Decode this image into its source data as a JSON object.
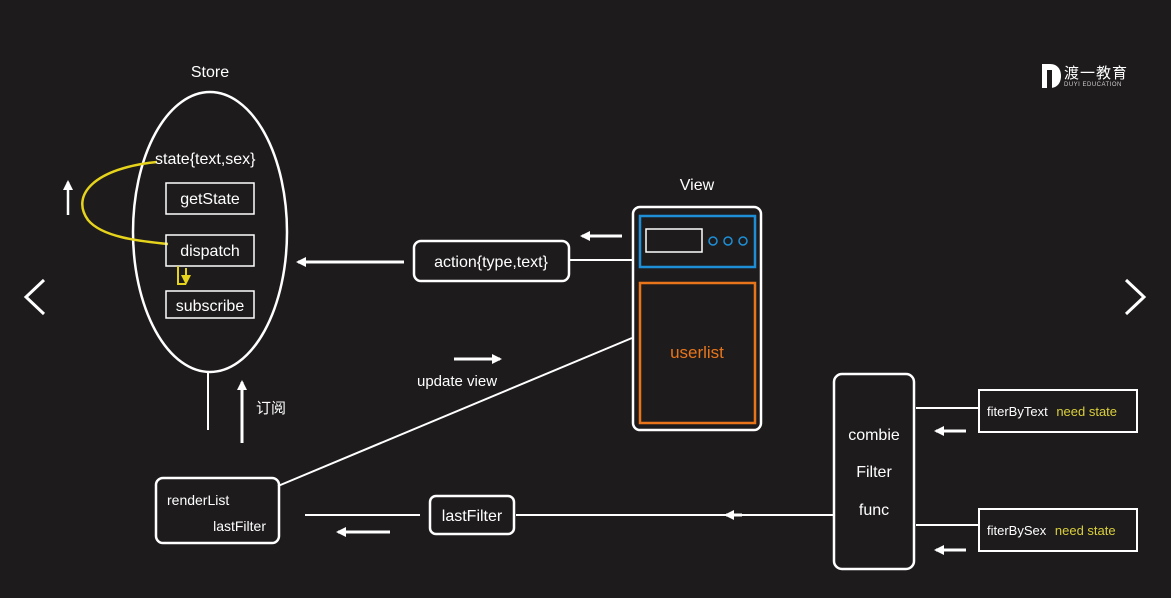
{
  "logo": {
    "brand_cn": "渡一教育",
    "brand_en": "DUYI EDUCATION"
  },
  "navigation": {
    "prev_icon": "chevron-left-icon",
    "next_icon": "chevron-right-icon"
  },
  "diagram": {
    "store": {
      "title": "Store",
      "state_label": "state{text,sex}",
      "get_state_label": "getState",
      "dispatch_label": "dispatch",
      "subscribe_label": "subscribe"
    },
    "subscribe_note": "订阅",
    "action_label": "action{type,text}",
    "view": {
      "title": "View",
      "userlist_label": "userlist"
    },
    "update_view_label": "update view",
    "render_box": {
      "line1": "renderList",
      "line2": "lastFilter"
    },
    "last_filter_label": "lastFilter",
    "combine": {
      "line1": "combie",
      "line2": "Filter",
      "line3": "func"
    },
    "filter_by_text": {
      "name": "fiterByText",
      "note": "need state"
    },
    "filter_by_sex": {
      "name": "fiterBySex",
      "note": "need state"
    }
  },
  "colors": {
    "background": "#1d1b1c",
    "line": "#ffffff",
    "state_loop": "#e6d31c",
    "view_panel_blue": "#1e8fd6",
    "userlist_orange": "#e8751a",
    "need_state_text": "#d9cf3a"
  }
}
